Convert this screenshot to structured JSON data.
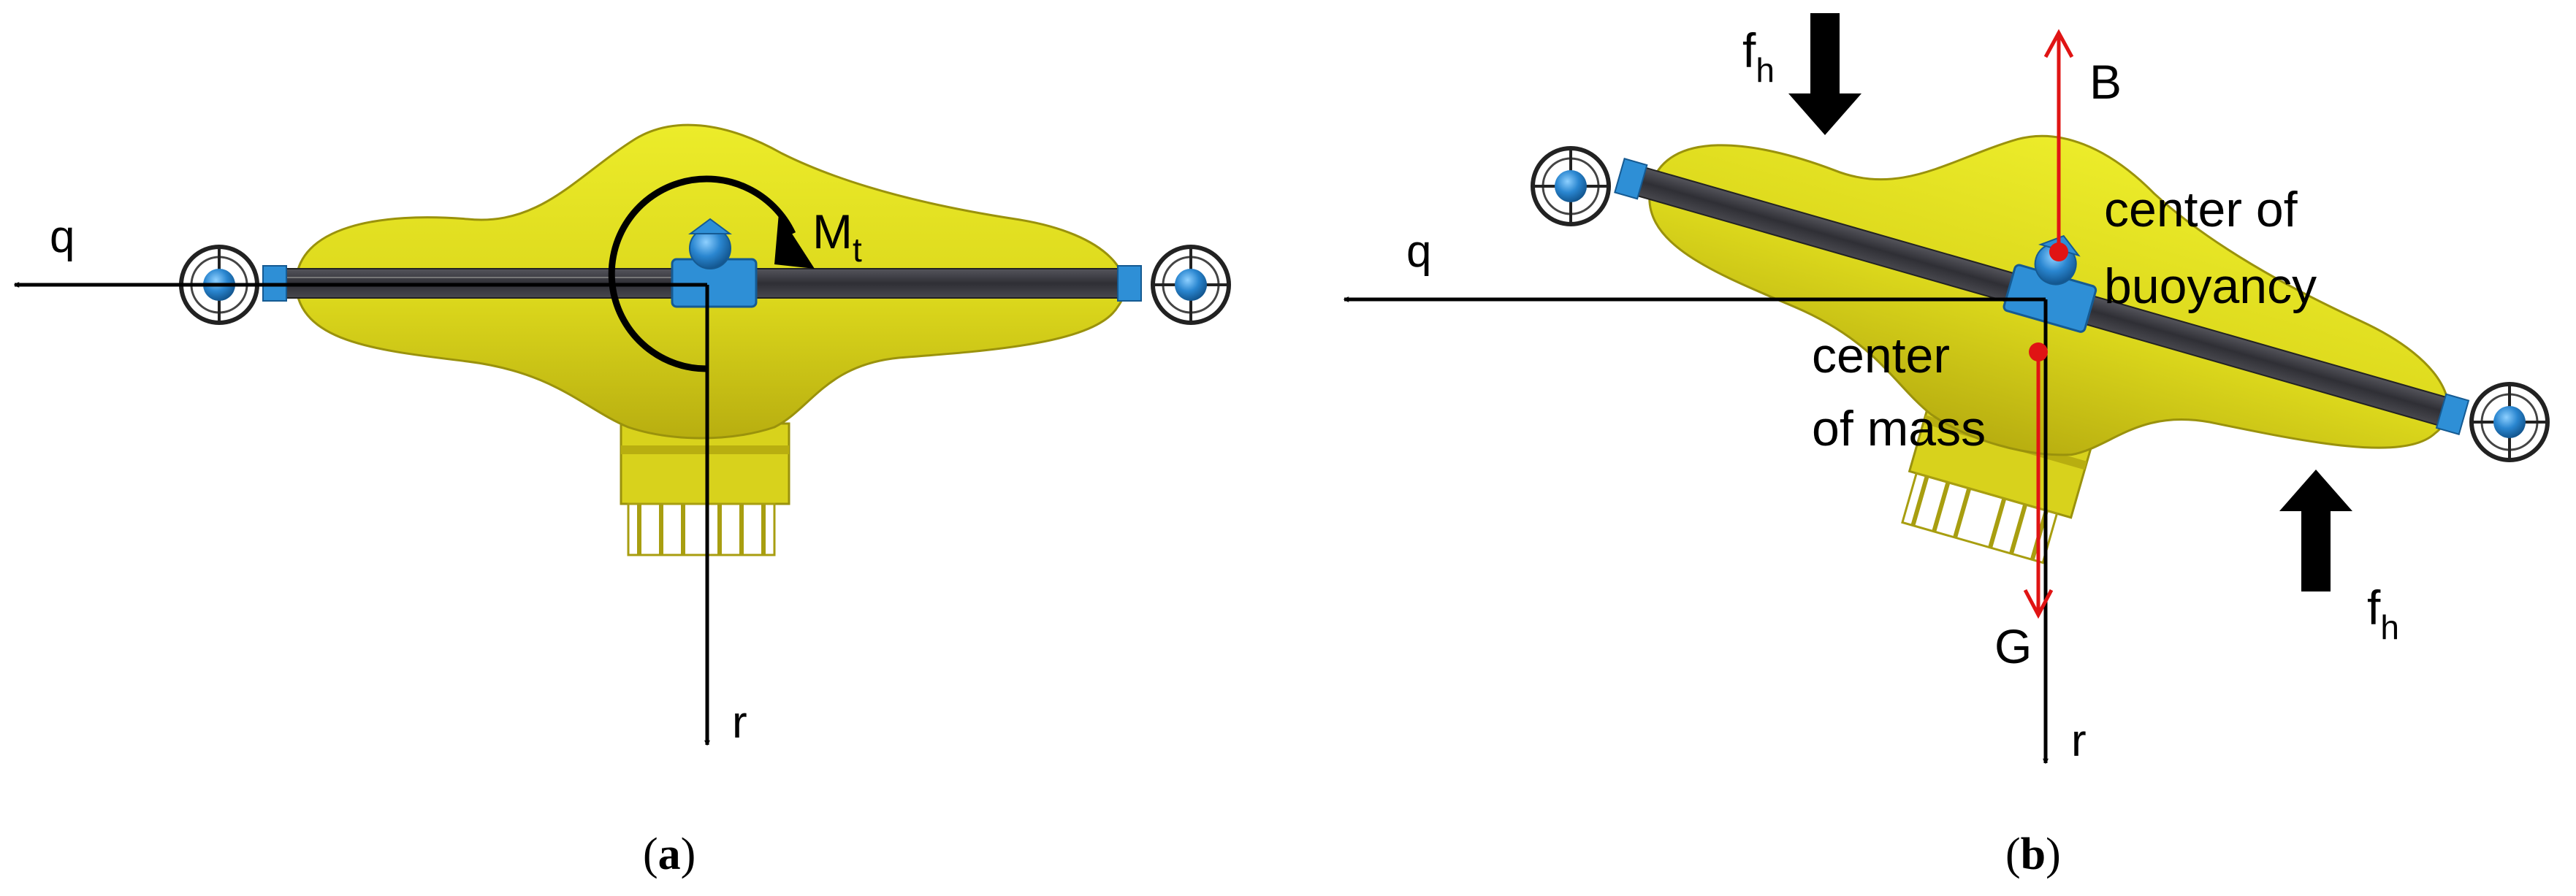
{
  "colors": {
    "hull": "#e6e61e",
    "hull_shadow": "#b0a810",
    "bar": "#3a3a40",
    "fitting": "#2e8fd6",
    "axis": "#000000",
    "force": "#e01414"
  },
  "panel_a": {
    "axis_q": "q",
    "axis_r": "r",
    "moment_main": "M",
    "moment_sub": "t",
    "caption_open": "(",
    "caption_letter": "a",
    "caption_close": ")"
  },
  "panel_b": {
    "axis_q": "q",
    "axis_r": "r",
    "buoyancy_label": "B",
    "gravity_label": "G",
    "force_top_main": "f",
    "force_top_sub": "h",
    "force_bottom_main": "f",
    "force_bottom_sub": "h",
    "center_buoyancy_line1": "center of",
    "center_buoyancy_line2": "buoyancy",
    "center_mass_line1": "center",
    "center_mass_line2": "of mass",
    "caption_open": "(",
    "caption_letter": "b",
    "caption_close": ")"
  }
}
